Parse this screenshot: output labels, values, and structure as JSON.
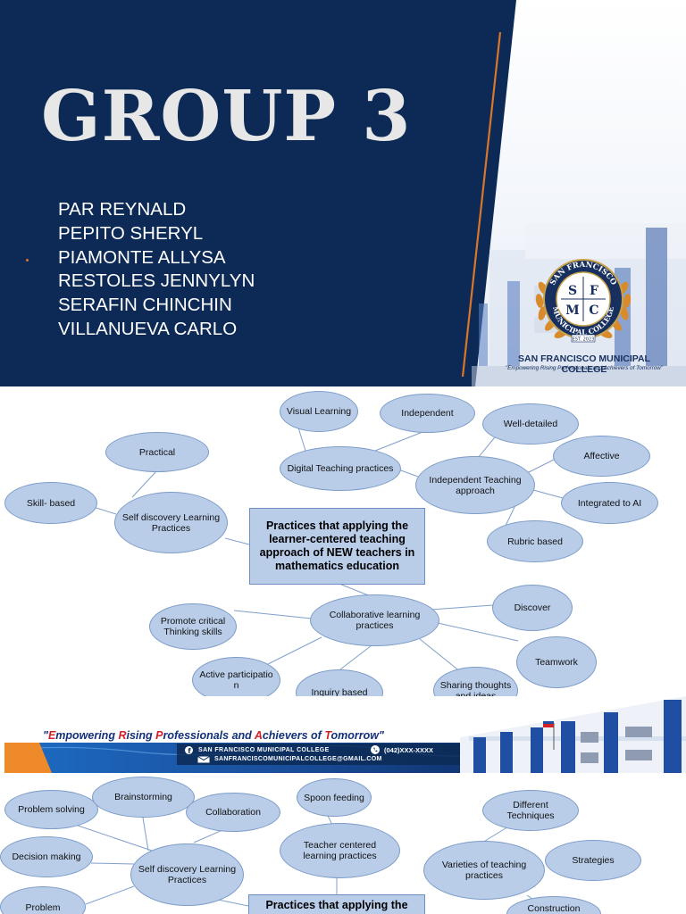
{
  "slide1": {
    "title": "GROUP 3",
    "members": [
      "PAR REYNALD",
      "PEPITO SHERYL",
      "PIAMONTE ALLYSA",
      "RESTOLES JENNYLYN",
      "SERAFIN CHINCHIN",
      "VILLANUEVA CARLO"
    ],
    "logo": {
      "seal_text_top": "SAN FRANCISCO",
      "seal_text_bottom": "MUNICIPAL COLLEGE",
      "seal_letters": [
        "S",
        "F",
        "M",
        "C"
      ],
      "seal_est": "EST. 2023",
      "college_name": "SAN FRANCISCO MUNICIPAL COLLEGE",
      "tagline": "\"Empowering Rising Professionals and Achievers of Tomorrow\""
    },
    "colors": {
      "panel": "#0c2a55",
      "accent_line": "#d9762a"
    }
  },
  "mindmap1": {
    "center": "Practices that applying the learner-centered teaching approach of NEW teachers in mathematics education",
    "nodes": {
      "visual_learning": "Visual Learning",
      "independent": "Independent",
      "well_detailed": "Well-detailed",
      "practical": "Practical",
      "digital_teaching": "Digital Teaching practices",
      "affective": "Affective",
      "independent_teaching": "Independent Teaching approach",
      "skill_based": "Skill- based",
      "self_discovery": "Self discovery Learning Practices",
      "integrated_ai": "Integrated to AI",
      "rubric_based": "Rubric based",
      "promote_critical": "Promote critical Thinking skills",
      "collaborative": "Collaborative learning practices",
      "discover": "Discover",
      "teamwork": "Teamwork",
      "active_participation": "Active participatio n",
      "inquiry_based": "Inquiry based",
      "sharing_thoughts": "Sharing thoughts and ideas"
    }
  },
  "banner": {
    "slogan_parts": [
      "\"",
      "E",
      "mpowering ",
      "R",
      "ising ",
      "P",
      "rofessionals and ",
      "A",
      "chievers of ",
      "T",
      "omorrow\""
    ],
    "college": "SAN FRANCISCO MUNICIPAL COLLEGE",
    "phone": "(042)XXX-XXXX",
    "email": "SANFRANCISCOMUNICIPALCOLLEGE@GMAIL.COM"
  },
  "mindmap2": {
    "center": "Practices that applying the",
    "nodes": {
      "problem_solving": "Problem solving",
      "brainstorming": "Brainstorming",
      "collaboration": "Collaboration",
      "spoon_feeding": "Spoon feeding",
      "different_techniques": "Different Techniques",
      "decision_making": "Decision making",
      "teacher_centered": "Teacher centered learning practices",
      "self_discovery": "Self discovery Learning Practices",
      "varieties": "Varieties of teaching practices",
      "strategies": "Strategies",
      "problem_partial": "Problem",
      "construction": "Construction"
    }
  },
  "style": {
    "node_fill": "#b9cde9",
    "node_border": "#7d9cc8",
    "navy": "#0c2a55"
  }
}
